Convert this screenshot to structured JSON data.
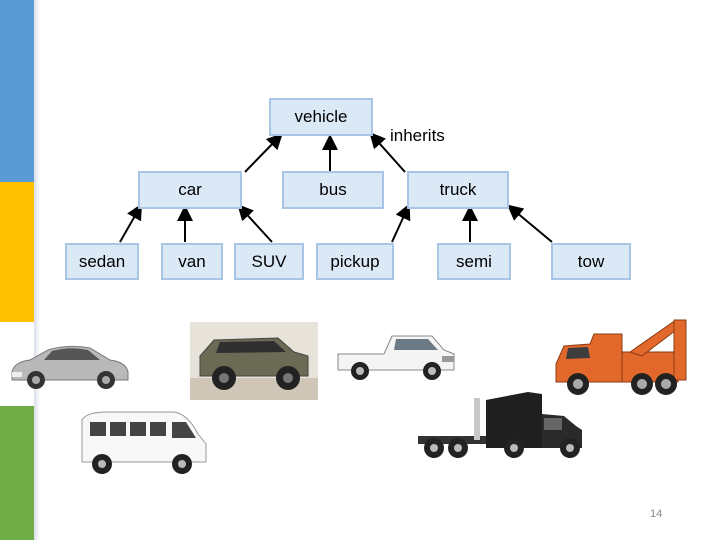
{
  "diagram": {
    "root": "vehicle",
    "relation_label": "inherits",
    "level2": [
      "car",
      "bus",
      "truck"
    ],
    "level3": [
      "sedan",
      "van",
      "SUV",
      "pickup",
      "semi",
      "tow"
    ]
  },
  "images": [
    "sedan-photo",
    "suv-photo",
    "pickup-photo",
    "tow-truck-photo",
    "van-photo",
    "semi-truck-photo"
  ],
  "colors": {
    "blue": "#5b9bd5",
    "yellow": "#ffc000",
    "green": "#70ad47",
    "node_fill": "#dbe9f7",
    "node_border": "#a9c5e6"
  },
  "page_number": "14"
}
